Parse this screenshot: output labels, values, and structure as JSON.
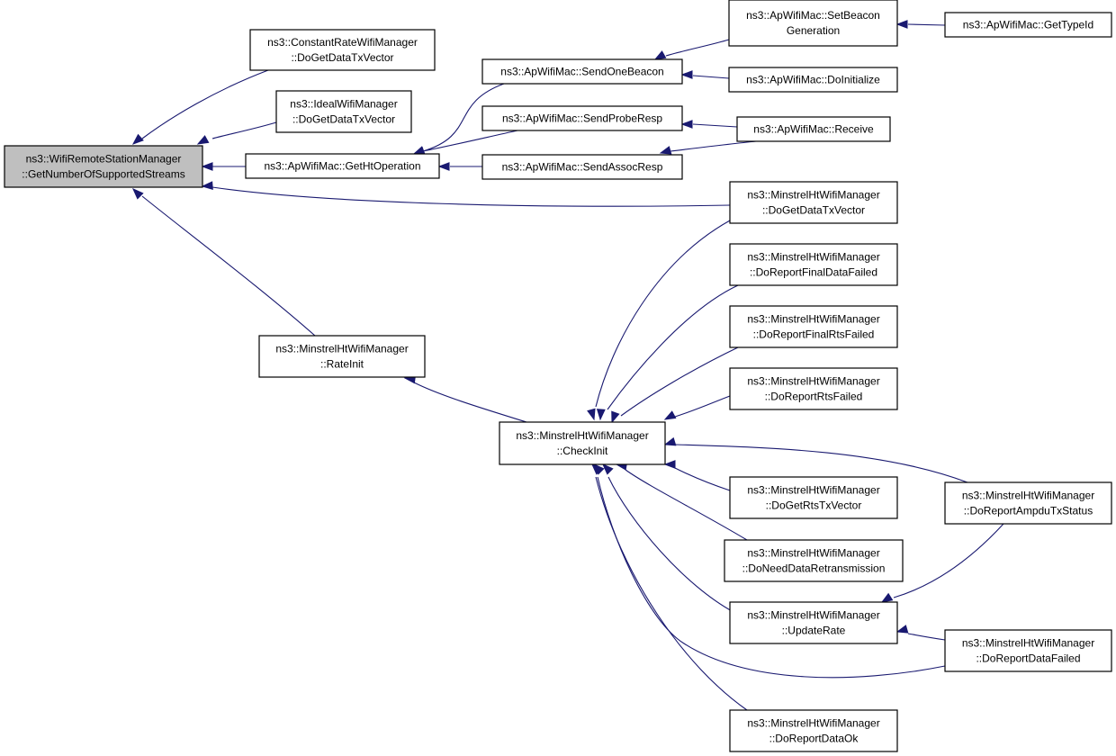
{
  "nodes": {
    "root": [
      "ns3::WifiRemoteStationManager",
      "::GetNumberOfSupportedStreams"
    ],
    "constrate": [
      "ns3::ConstantRateWifiManager",
      "::DoGetDataTxVector"
    ],
    "ideal": [
      "ns3::IdealWifiManager",
      "::DoGetDataTxVector"
    ],
    "getht": [
      "ns3::ApWifiMac::GetHtOperation"
    ],
    "rateinit": [
      "ns3::MinstrelHtWifiManager",
      "::RateInit"
    ],
    "sendonebeacon": [
      "ns3::ApWifiMac::SendOneBeacon"
    ],
    "sendproberesp": [
      "ns3::ApWifiMac::SendProbeResp"
    ],
    "sendassocresp": [
      "ns3::ApWifiMac::SendAssocResp"
    ],
    "setbeacon": [
      "ns3::ApWifiMac::SetBeacon",
      "Generation"
    ],
    "gettypeid": [
      "ns3::ApWifiMac::GetTypeId"
    ],
    "doinitialize": [
      "ns3::ApWifiMac::DoInitialize"
    ],
    "receive": [
      "ns3::ApWifiMac::Receive"
    ],
    "checkinit": [
      "ns3::MinstrelHtWifiManager",
      "::CheckInit"
    ],
    "dogetdatatx": [
      "ns3::MinstrelHtWifiManager",
      "::DoGetDataTxVector"
    ],
    "finaldata": [
      "ns3::MinstrelHtWifiManager",
      "::DoReportFinalDataFailed"
    ],
    "finalrts": [
      "ns3::MinstrelHtWifiManager",
      "::DoReportFinalRtsFailed"
    ],
    "rtsfailed": [
      "ns3::MinstrelHtWifiManager",
      "::DoReportRtsFailed"
    ],
    "getrts": [
      "ns3::MinstrelHtWifiManager",
      "::DoGetRtsTxVector"
    ],
    "needdata": [
      "ns3::MinstrelHtWifiManager",
      "::DoNeedDataRetransmission"
    ],
    "updaterate": [
      "ns3::MinstrelHtWifiManager",
      "::UpdateRate"
    ],
    "dataok": [
      "ns3::MinstrelHtWifiManager",
      "::DoReportDataOk"
    ],
    "ampdu": [
      "ns3::MinstrelHtWifiManager",
      "::DoReportAmpduTxStatus"
    ],
    "datafailed": [
      "ns3::MinstrelHtWifiManager",
      "::DoReportDataFailed"
    ]
  },
  "edges": [
    {
      "from": "constrate",
      "to": "root"
    },
    {
      "from": "ideal",
      "to": "root"
    },
    {
      "from": "getht",
      "to": "root"
    },
    {
      "from": "dogetdatatx",
      "to": "root"
    },
    {
      "from": "rateinit",
      "to": "root"
    },
    {
      "from": "sendonebeacon",
      "to": "getht"
    },
    {
      "from": "sendproberesp",
      "to": "getht"
    },
    {
      "from": "sendassocresp",
      "to": "getht"
    },
    {
      "from": "setbeacon",
      "to": "sendonebeacon"
    },
    {
      "from": "doinitialize",
      "to": "sendonebeacon"
    },
    {
      "from": "gettypeid",
      "to": "setbeacon"
    },
    {
      "from": "receive",
      "to": "sendproberesp"
    },
    {
      "from": "receive",
      "to": "sendassocresp"
    },
    {
      "from": "checkinit",
      "to": "rateinit"
    },
    {
      "from": "dogetdatatx",
      "to": "checkinit"
    },
    {
      "from": "finaldata",
      "to": "checkinit"
    },
    {
      "from": "finalrts",
      "to": "checkinit"
    },
    {
      "from": "rtsfailed",
      "to": "checkinit"
    },
    {
      "from": "ampdu",
      "to": "checkinit"
    },
    {
      "from": "getrts",
      "to": "checkinit"
    },
    {
      "from": "needdata",
      "to": "checkinit"
    },
    {
      "from": "updaterate",
      "to": "checkinit"
    },
    {
      "from": "datafailed",
      "to": "checkinit"
    },
    {
      "from": "dataok",
      "to": "checkinit"
    },
    {
      "from": "ampdu",
      "to": "updaterate"
    },
    {
      "from": "datafailed",
      "to": "updaterate"
    }
  ],
  "colors": {
    "edge": "#191970",
    "root_fill": "#bfbfbf",
    "node_fill": "#ffffff",
    "border": "#000000"
  }
}
